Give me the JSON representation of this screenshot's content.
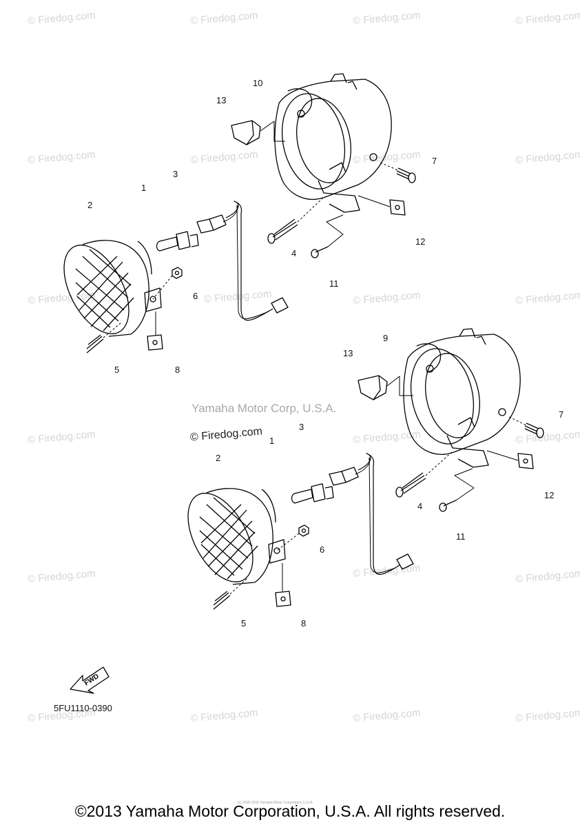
{
  "watermark": {
    "text": "© Firedog.com",
    "color": "#d4d4d4"
  },
  "center_credit": {
    "line1": "Yamaha Motor Corp, U.S.A.",
    "line2": "© Firedog.com"
  },
  "callouts": {
    "upper": [
      "1",
      "2",
      "3",
      "4",
      "5",
      "6",
      "7",
      "8",
      "10",
      "11",
      "12",
      "13"
    ],
    "lower": [
      "1",
      "2",
      "3",
      "4",
      "5",
      "6",
      "7",
      "8",
      "9",
      "11",
      "12",
      "13"
    ]
  },
  "direction_arrow": {
    "label": "FWD"
  },
  "part_code": "5FU1110-0390",
  "tiny_credit": "(c) 2005-2015 Yamaha Motor Corporation, U.S.A.",
  "copyright": "©2013 Yamaha Motor Corporation, U.S.A. All rights reserved."
}
